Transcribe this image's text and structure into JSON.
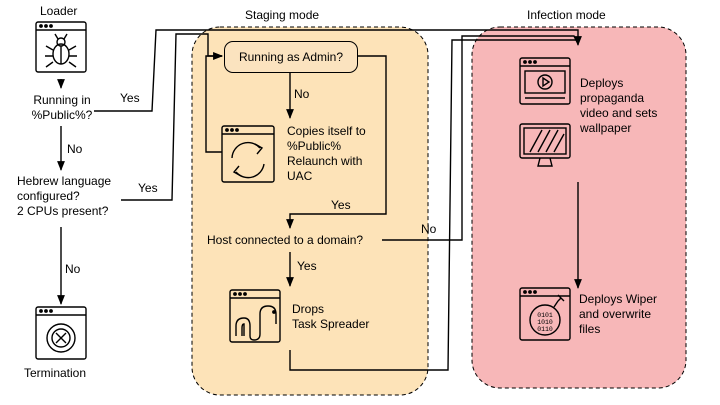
{
  "colors": {
    "staging_fill": "#fde3b8",
    "infection_fill": "#f7b7b8",
    "line": "#000000"
  },
  "titles": {
    "loader": "Loader",
    "staging": "Staging mode",
    "infection": "Infection mode",
    "termination": "Termination"
  },
  "nodes": {
    "running_public": "Running in\n%Public%?",
    "hebrew_check": "Hebrew language\nconfigured?\n2 CPUs present?",
    "running_admin": "Running as Admin?",
    "copies_relaunch": "Copies itself to\n%Public%\nRelaunch with\nUAC",
    "host_domain": "Host connected to a domain?",
    "drops_spreader": "Drops\nTask Spreader",
    "deploys_video": "Deploys\npropaganda\nvideo and sets\nwallpaper",
    "deploys_wiper": "Deploys Wiper\nand overwrite\nfiles"
  },
  "edge_labels": {
    "yes_public": "Yes",
    "no_public": "No",
    "yes_hebrew": "Yes",
    "no_hebrew": "No",
    "no_admin": "No",
    "yes_admin": "Yes",
    "no_domain": "No",
    "yes_domain": "Yes"
  },
  "icons": {
    "loader": "bug-window-icon",
    "relaunch": "refresh-window-icon",
    "spreader": "worm-window-icon",
    "video": "video-window-icon",
    "wallpaper": "monitor-icon",
    "wiper": "bomb-binary-icon",
    "termination": "x-circle-window-icon"
  }
}
